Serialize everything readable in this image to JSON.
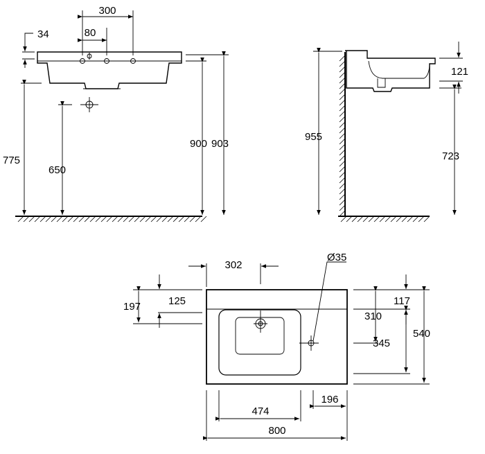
{
  "front_view": {
    "dim_top_width": "300",
    "dim_hole_spacing": "80",
    "dim_rim_thickness": "34",
    "dim_rim_height_900": "900",
    "dim_rim_height_903": "903",
    "dim_bottom_height": "775",
    "dim_drain_height": "650"
  },
  "side_view": {
    "dim_total_height": "955",
    "dim_basin_depth": "121",
    "dim_underside_height": "723"
  },
  "top_view": {
    "dim_tap_offset": "302",
    "dim_tap_hole_diameter": "Ø35",
    "dim_bowl_top_offset": "125",
    "dim_drain_offset_left": "197",
    "dim_front_rim": "117",
    "dim_drain_depth": "310",
    "dim_bowl_depth": "345",
    "dim_total_depth": "540",
    "dim_bowl_width": "474",
    "dim_shelf_width": "196",
    "dim_total_width": "800"
  }
}
